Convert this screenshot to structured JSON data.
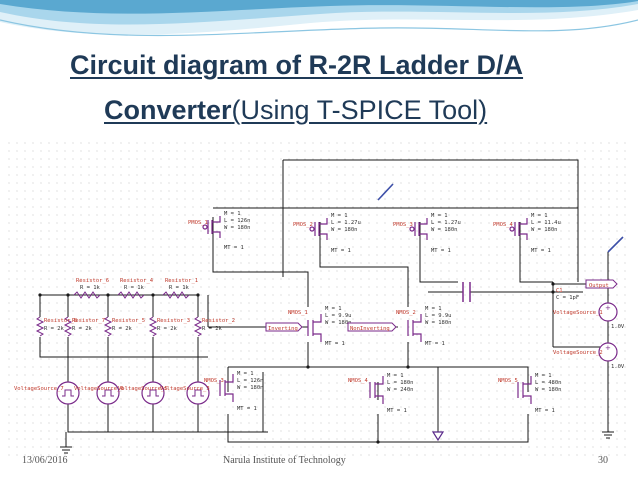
{
  "title": {
    "line1": "Circuit diagram of R-2R Ladder D/A",
    "line2_bold": "Converter",
    "line2_rest": "(Using T-SPICE Tool)"
  },
  "footer": {
    "date": "13/06/2016",
    "institute": "Narula Institute of Technology",
    "page": "30"
  },
  "circuit": {
    "pmos": [
      {
        "name": "PMOS_1",
        "params": [
          "M = 1",
          "L = 126n",
          "W = 180n",
          "MT = 1"
        ]
      },
      {
        "name": "PMOS_2",
        "params": [
          "M = 1",
          "L = 1.27u",
          "W = 180n",
          "MT = 1"
        ]
      },
      {
        "name": "PMOS_3",
        "params": [
          "M = 1",
          "L = 1.27u",
          "W = 180n",
          "MT = 1"
        ]
      },
      {
        "name": "PMOS_4",
        "params": [
          "M = 1",
          "L = 11.4u",
          "W = 180n",
          "MT = 1"
        ]
      }
    ],
    "nmos_mid": [
      {
        "name": "NMOS_1",
        "params": [
          "M = 1",
          "L = 9.9u",
          "W = 180n",
          "MT = 1"
        ]
      },
      {
        "name": "NMOS_2",
        "params": [
          "M = 1",
          "L = 9.9u",
          "W = 180n",
          "MT = 1"
        ]
      }
    ],
    "nmos_low": [
      {
        "name": "NMOS_3",
        "params": [
          "M = 1",
          "L = 126n",
          "W = 180n",
          "MT = 1"
        ]
      },
      {
        "name": "NMOS_4",
        "params": [
          "M = 1",
          "L = 180n",
          "W = 240n",
          "MT = 1"
        ]
      },
      {
        "name": "NMOS_5",
        "params": [
          "M = 1",
          "L = 480n",
          "W = 180n",
          "MT = 1"
        ]
      }
    ],
    "series_resistors": [
      {
        "name": "Resistor_6",
        "value": "R = 1k"
      },
      {
        "name": "Resistor_4",
        "value": "R = 1k"
      },
      {
        "name": "Resistor_1",
        "value": "R = 1k"
      }
    ],
    "shunt_resistors": [
      {
        "name": "Resistor_8",
        "value": "R = 2k"
      },
      {
        "name": "Resistor_7",
        "value": "R = 2k"
      },
      {
        "name": "Resistor_5",
        "value": "R = 2k"
      },
      {
        "name": "Resistor_3",
        "value": "R = 2k"
      },
      {
        "name": "Resistor_2",
        "value": "R = 2k"
      }
    ],
    "bit_sources": [
      "VoltageSource_7",
      "VoltageSource_6",
      "VoltageSource_5",
      "VoltageSource_3"
    ],
    "labels": {
      "inverting": "Inverting",
      "noninverting": "NonInverting",
      "output": "Output",
      "capacitor_name": "C1",
      "capacitor_value": "C = 1pF",
      "vs1": "VoltageSource_1",
      "vs2": "VoltageSource_2",
      "v1": "1.0V",
      "v2": "1.0V"
    }
  },
  "colors": {
    "title": "#1f3a57",
    "wire": "#1a1a1a",
    "component": "#7a2a8a",
    "label": "#c0392b",
    "dots": "#b9b9b9",
    "wave_light": "#c9e6f3",
    "wave_mid": "#6fb6d8"
  }
}
